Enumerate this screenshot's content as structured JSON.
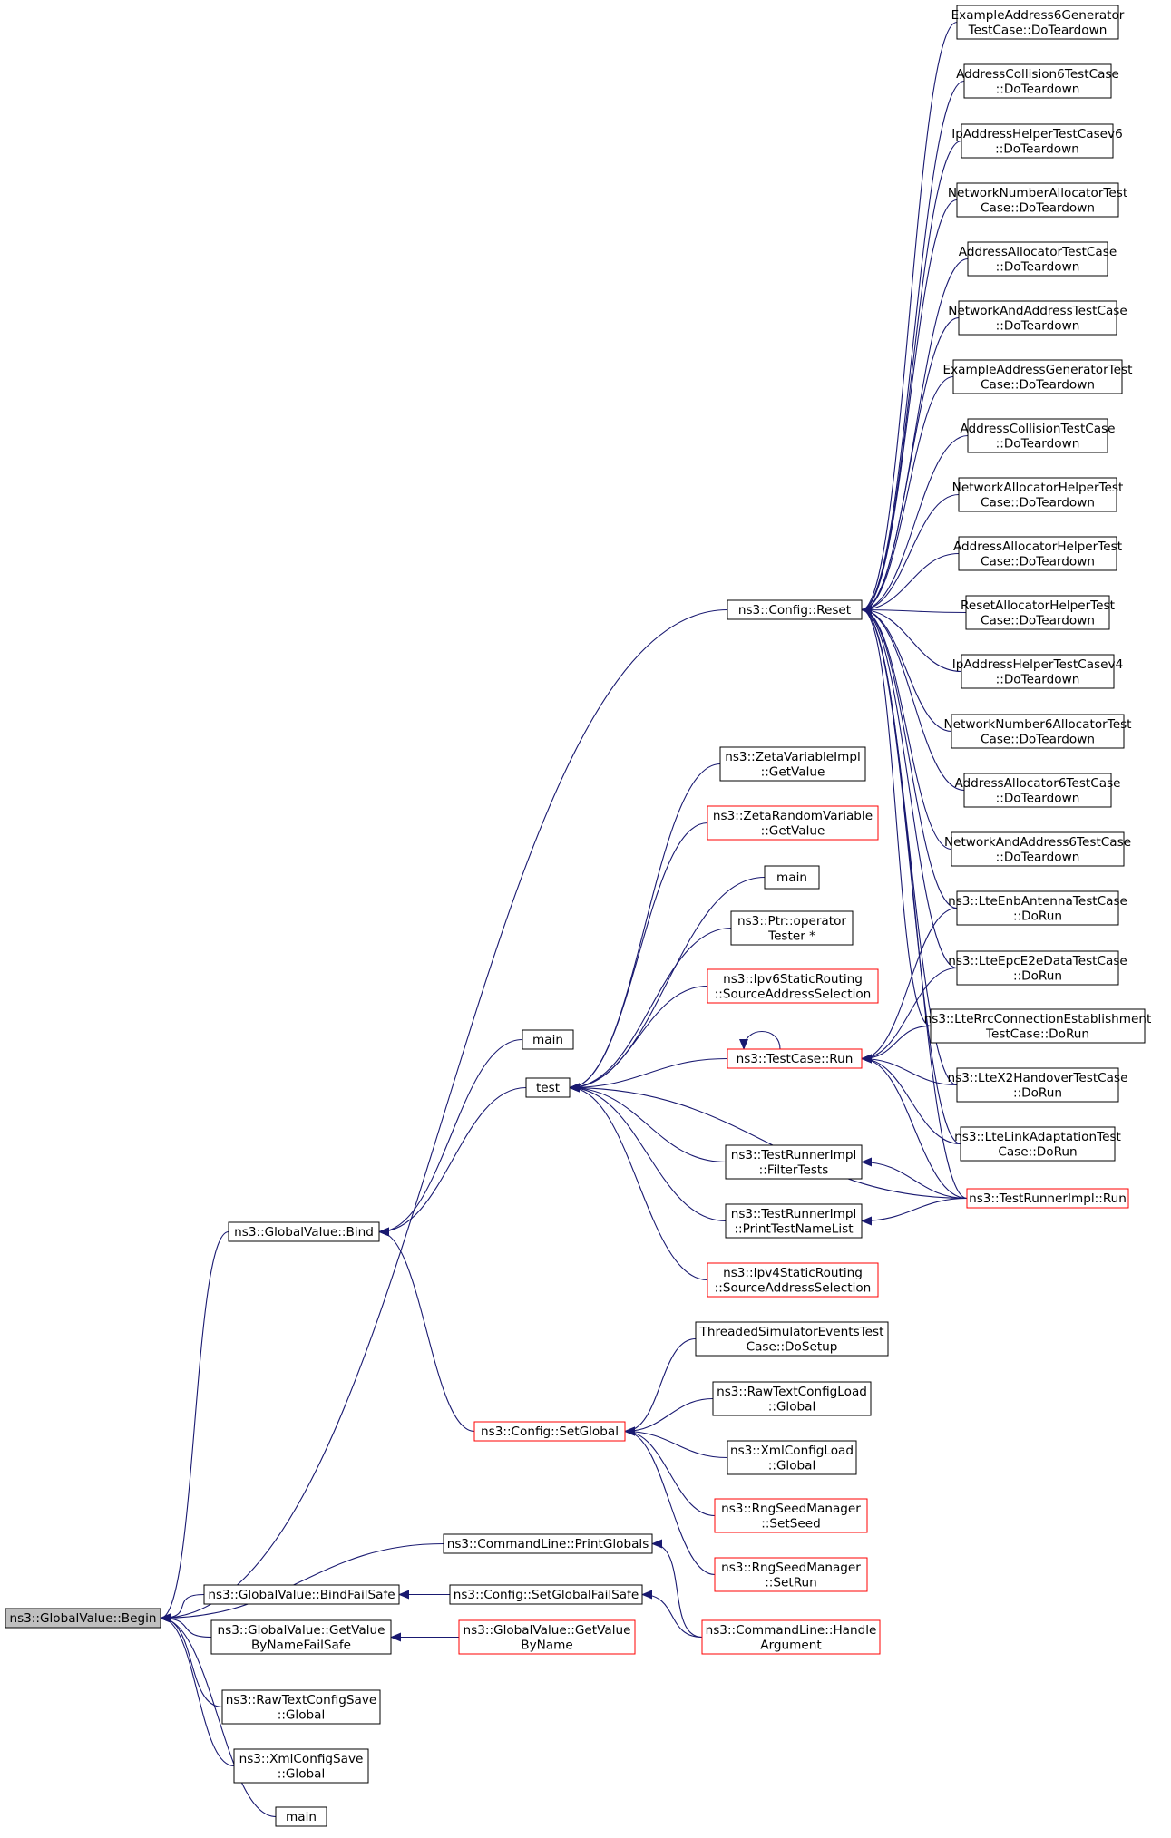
{
  "diagram": {
    "title": "",
    "colors": {
      "background": "#ffffff",
      "edge": "#191970",
      "node_border": "#000000",
      "node_border_highlight": "#ff0000",
      "root_fill": "#bfbfbf",
      "node_fill": "#ffffff",
      "text": "#000000"
    },
    "nodes": [
      {
        "id": "begin",
        "lines": [
          "ns3::GlobalValue::Begin"
        ],
        "root": true
      },
      {
        "id": "reset",
        "lines": [
          "ns3::Config::Reset"
        ]
      },
      {
        "id": "td01",
        "lines": [
          "ExampleAddress6Generator",
          "TestCase::DoTeardown"
        ]
      },
      {
        "id": "td02",
        "lines": [
          "AddressCollision6TestCase",
          "::DoTeardown"
        ]
      },
      {
        "id": "td03",
        "lines": [
          "IpAddressHelperTestCasev6",
          "::DoTeardown"
        ]
      },
      {
        "id": "td04",
        "lines": [
          "NetworkNumberAllocatorTest",
          "Case::DoTeardown"
        ]
      },
      {
        "id": "td05",
        "lines": [
          "AddressAllocatorTestCase",
          "::DoTeardown"
        ]
      },
      {
        "id": "td06",
        "lines": [
          "NetworkAndAddressTestCase",
          "::DoTeardown"
        ]
      },
      {
        "id": "td07",
        "lines": [
          "ExampleAddressGeneratorTest",
          "Case::DoTeardown"
        ]
      },
      {
        "id": "td08",
        "lines": [
          "AddressCollisionTestCase",
          "::DoTeardown"
        ]
      },
      {
        "id": "td09",
        "lines": [
          "NetworkAllocatorHelperTest",
          "Case::DoTeardown"
        ]
      },
      {
        "id": "td10",
        "lines": [
          "AddressAllocatorHelperTest",
          "Case::DoTeardown"
        ]
      },
      {
        "id": "td11",
        "lines": [
          "ResetAllocatorHelperTest",
          "Case::DoTeardown"
        ]
      },
      {
        "id": "td12",
        "lines": [
          "IpAddressHelperTestCasev4",
          "::DoTeardown"
        ]
      },
      {
        "id": "td13",
        "lines": [
          "NetworkNumber6AllocatorTest",
          "Case::DoTeardown"
        ]
      },
      {
        "id": "td14",
        "lines": [
          "AddressAllocator6TestCase",
          "::DoTeardown"
        ]
      },
      {
        "id": "td15",
        "lines": [
          "NetworkAndAddress6TestCase",
          "::DoTeardown"
        ]
      },
      {
        "id": "lte1",
        "lines": [
          "ns3::LteEnbAntennaTestCase",
          "::DoRun"
        ]
      },
      {
        "id": "lte2",
        "lines": [
          "ns3::LteEpcE2eDataTestCase",
          "::DoRun"
        ]
      },
      {
        "id": "lte3",
        "lines": [
          "ns3::LteRrcConnectionEstablishment",
          "TestCase::DoRun"
        ]
      },
      {
        "id": "lte4",
        "lines": [
          "ns3::LteX2HandoverTestCase",
          "::DoRun"
        ]
      },
      {
        "id": "lte5",
        "lines": [
          "ns3::LteLinkAdaptationTest",
          "Case::DoRun"
        ]
      },
      {
        "id": "trrun",
        "lines": [
          "ns3::TestRunnerImpl::Run"
        ],
        "highlight": true
      },
      {
        "id": "zvi",
        "lines": [
          "ns3::ZetaVariableImpl",
          "::GetValue"
        ]
      },
      {
        "id": "zrv",
        "lines": [
          "ns3::ZetaRandomVariable",
          "::GetValue"
        ],
        "highlight": true
      },
      {
        "id": "main2",
        "lines": [
          "main"
        ]
      },
      {
        "id": "ptr",
        "lines": [
          "ns3::Ptr::operator",
          "Tester *"
        ]
      },
      {
        "id": "ipv6s",
        "lines": [
          "ns3::Ipv6StaticRouting",
          "::SourceAddressSelection"
        ],
        "highlight": true
      },
      {
        "id": "tcrun",
        "lines": [
          "ns3::TestCase::Run"
        ],
        "highlight": true
      },
      {
        "id": "filter",
        "lines": [
          "ns3::TestRunnerImpl",
          "::FilterTests"
        ]
      },
      {
        "id": "printtn",
        "lines": [
          "ns3::TestRunnerImpl",
          "::PrintTestNameList"
        ]
      },
      {
        "id": "ipv4s",
        "lines": [
          "ns3::Ipv4StaticRouting",
          "::SourceAddressSelection"
        ],
        "highlight": true
      },
      {
        "id": "main1",
        "lines": [
          "main"
        ]
      },
      {
        "id": "test",
        "lines": [
          "test"
        ]
      },
      {
        "id": "bind",
        "lines": [
          "ns3::GlobalValue::Bind"
        ]
      },
      {
        "id": "setglobal",
        "lines": [
          "ns3::Config::SetGlobal"
        ],
        "highlight": true
      },
      {
        "id": "tse",
        "lines": [
          "ThreadedSimulatorEventsTest",
          "Case::DoSetup"
        ]
      },
      {
        "id": "rawload",
        "lines": [
          "ns3::RawTextConfigLoad",
          "::Global"
        ]
      },
      {
        "id": "xmlload",
        "lines": [
          "ns3::XmlConfigLoad",
          "::Global"
        ]
      },
      {
        "id": "setseed",
        "lines": [
          "ns3::RngSeedManager",
          "::SetSeed"
        ],
        "highlight": true
      },
      {
        "id": "setrun",
        "lines": [
          "ns3::RngSeedManager",
          "::SetRun"
        ],
        "highlight": true
      },
      {
        "id": "printglobals",
        "lines": [
          "ns3::CommandLine::PrintGlobals"
        ]
      },
      {
        "id": "bindfs",
        "lines": [
          "ns3::GlobalValue::BindFailSafe"
        ]
      },
      {
        "id": "setglobalfs",
        "lines": [
          "ns3::Config::SetGlobalFailSafe"
        ]
      },
      {
        "id": "handlearg",
        "lines": [
          "ns3::CommandLine::Handle",
          "Argument"
        ],
        "highlight": true
      },
      {
        "id": "getvalfs",
        "lines": [
          "ns3::GlobalValue::GetValue",
          "ByNameFailSafe"
        ]
      },
      {
        "id": "getvalbn",
        "lines": [
          "ns3::GlobalValue::GetValue",
          "ByName"
        ],
        "highlight": true
      },
      {
        "id": "rawsave",
        "lines": [
          "ns3::RawTextConfigSave",
          "::Global"
        ]
      },
      {
        "id": "xmlsave",
        "lines": [
          "ns3::XmlConfigSave",
          "::Global"
        ]
      },
      {
        "id": "main3",
        "lines": [
          "main"
        ]
      }
    ],
    "edges": [
      {
        "from": "reset",
        "to": "begin"
      },
      {
        "from": "bind",
        "to": "begin"
      },
      {
        "from": "printglobals",
        "to": "begin"
      },
      {
        "from": "bindfs",
        "to": "begin"
      },
      {
        "from": "getvalfs",
        "to": "begin"
      },
      {
        "from": "rawsave",
        "to": "begin"
      },
      {
        "from": "xmlsave",
        "to": "begin"
      },
      {
        "from": "main3",
        "to": "begin"
      },
      {
        "from": "td01",
        "to": "reset"
      },
      {
        "from": "td02",
        "to": "reset"
      },
      {
        "from": "td03",
        "to": "reset"
      },
      {
        "from": "td04",
        "to": "reset"
      },
      {
        "from": "td05",
        "to": "reset"
      },
      {
        "from": "td06",
        "to": "reset"
      },
      {
        "from": "td07",
        "to": "reset"
      },
      {
        "from": "td08",
        "to": "reset"
      },
      {
        "from": "td09",
        "to": "reset"
      },
      {
        "from": "td10",
        "to": "reset"
      },
      {
        "from": "td11",
        "to": "reset"
      },
      {
        "from": "td12",
        "to": "reset"
      },
      {
        "from": "td13",
        "to": "reset"
      },
      {
        "from": "td14",
        "to": "reset"
      },
      {
        "from": "td15",
        "to": "reset"
      },
      {
        "from": "lte1",
        "to": "reset"
      },
      {
        "from": "lte2",
        "to": "reset"
      },
      {
        "from": "lte3",
        "to": "reset"
      },
      {
        "from": "lte4",
        "to": "reset"
      },
      {
        "from": "lte5",
        "to": "reset"
      },
      {
        "from": "trrun",
        "to": "reset"
      },
      {
        "from": "main1",
        "to": "bind"
      },
      {
        "from": "test",
        "to": "bind"
      },
      {
        "from": "setglobal",
        "to": "bind"
      },
      {
        "from": "zvi",
        "to": "test"
      },
      {
        "from": "zrv",
        "to": "test"
      },
      {
        "from": "main2",
        "to": "test"
      },
      {
        "from": "ptr",
        "to": "test"
      },
      {
        "from": "ipv6s",
        "to": "test"
      },
      {
        "from": "tcrun",
        "to": "test"
      },
      {
        "from": "filter",
        "to": "test"
      },
      {
        "from": "printtn",
        "to": "test"
      },
      {
        "from": "ipv4s",
        "to": "test"
      },
      {
        "from": "trrun",
        "to": "test"
      },
      {
        "from": "tcrun",
        "to": "tcrun"
      },
      {
        "from": "lte1",
        "to": "tcrun"
      },
      {
        "from": "lte2",
        "to": "tcrun"
      },
      {
        "from": "lte3",
        "to": "tcrun"
      },
      {
        "from": "lte4",
        "to": "tcrun"
      },
      {
        "from": "lte5",
        "to": "tcrun"
      },
      {
        "from": "trrun",
        "to": "tcrun"
      },
      {
        "from": "trrun",
        "to": "filter"
      },
      {
        "from": "trrun",
        "to": "printtn"
      },
      {
        "from": "tse",
        "to": "setglobal"
      },
      {
        "from": "rawload",
        "to": "setglobal"
      },
      {
        "from": "xmlload",
        "to": "setglobal"
      },
      {
        "from": "setseed",
        "to": "setglobal"
      },
      {
        "from": "setrun",
        "to": "setglobal"
      },
      {
        "from": "handlearg",
        "to": "printglobals"
      },
      {
        "from": "setglobalfs",
        "to": "bindfs"
      },
      {
        "from": "handlearg",
        "to": "setglobalfs"
      },
      {
        "from": "getvalbn",
        "to": "getvalfs"
      }
    ]
  }
}
